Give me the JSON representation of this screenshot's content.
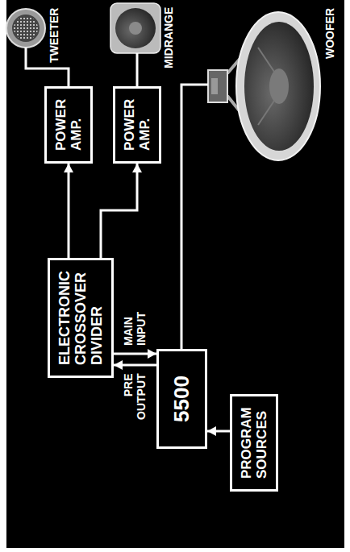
{
  "diagram": {
    "nodes": [
      {
        "text": [
          "PROGRAM SOURCES"
        ]
      },
      {
        "text": [
          "5500"
        ]
      },
      {
        "text": [
          "ELECTRONIC CROSSOVER DIVIDER"
        ]
      },
      {
        "text": [
          "POWER AMP."
        ]
      },
      {
        "text": [
          "POWER AMP."
        ]
      }
    ],
    "edges": [
      {
        "from": 0,
        "to": 1,
        "arrow": "to"
      },
      {
        "from": 1,
        "to": 2,
        "label": "PRE OUTPUT",
        "arrow": "to"
      },
      {
        "from": 2,
        "to": 1,
        "label": "MAIN INPUT",
        "arrow": "to"
      },
      {
        "from": 2,
        "to": 3,
        "arrow": "to"
      },
      {
        "from": 2,
        "to": 4,
        "arrow": "to"
      }
    ],
    "labels": [
      "TWEETER",
      "MIDRANGE",
      "WOOFER"
    ]
  }
}
